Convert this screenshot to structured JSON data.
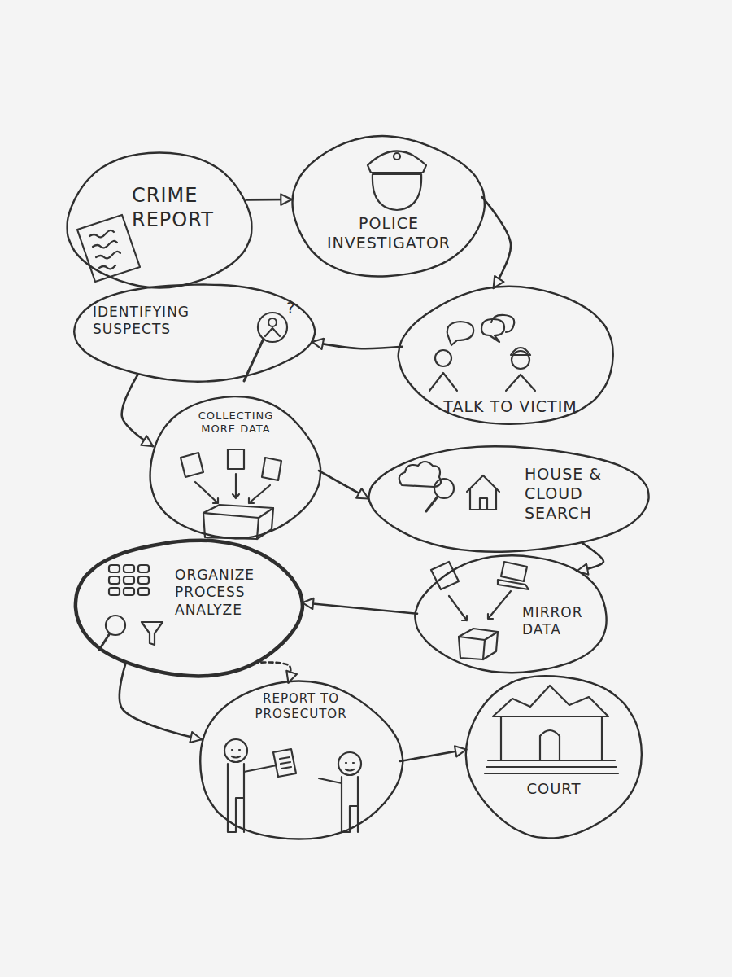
{
  "diagram": {
    "nodes": [
      {
        "text": [
          "CRIME REPORT"
        ]
      },
      {
        "text": [
          "POLICE INVESTIGATOR"
        ]
      },
      {
        "text": [
          "IDENTIFYING SUSPECTS"
        ]
      },
      {
        "text": [
          "TALK TO VICTIM"
        ]
      },
      {
        "text": [
          "COLLECTING MORE DATA"
        ]
      },
      {
        "text": [
          "HOUSE & CLOUD SEARCH"
        ]
      },
      {
        "text": [
          "ORGANIZE PROCESS ANALYZE"
        ]
      },
      {
        "text": [
          "MIRROR DATA"
        ]
      },
      {
        "text": [
          "REPORT TO PROSECUTOR"
        ]
      },
      {
        "text": [
          "COURT"
        ]
      }
    ],
    "edges": [
      {
        "from": 0,
        "to": 1,
        "arrow": "to"
      },
      {
        "from": 1,
        "to": 3,
        "arrow": "to"
      },
      {
        "from": 3,
        "to": 2,
        "arrow": "to"
      },
      {
        "from": 2,
        "to": 4,
        "arrow": "to"
      },
      {
        "from": 4,
        "to": 5,
        "arrow": "to"
      },
      {
        "from": 5,
        "to": 7,
        "arrow": "to"
      },
      {
        "from": 7,
        "to": 6,
        "arrow": "to"
      },
      {
        "from": 6,
        "to": 8,
        "arrow": "to"
      },
      {
        "from": 6,
        "to": 8,
        "arrow": "to"
      },
      {
        "from": 8,
        "to": 9,
        "arrow": "to"
      }
    ],
    "labels": [
      "?"
    ]
  }
}
